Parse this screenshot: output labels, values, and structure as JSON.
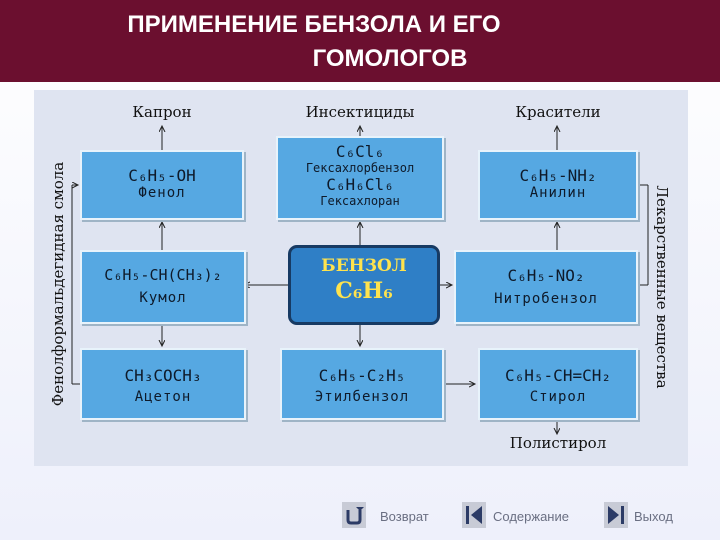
{
  "title": {
    "line1": "ПРИМЕНЕНИЕ БЕНЗОЛА И ЕГО",
    "line2": "ГОМОЛОГОВ"
  },
  "labels": {
    "top_left": "Капрон",
    "top_center": "Инсектициды",
    "top_right": "Красители",
    "bottom": "Полистирол",
    "left_vertical": "Фенолформальдегидная смола",
    "right_vertical": "Лекарственные вещества"
  },
  "center": {
    "name": "БЕНЗОЛ",
    "formula": "C₆H₆"
  },
  "boxes": {
    "phenol": {
      "formula": "C₆H₅-OH",
      "name": "Фенол"
    },
    "hexachlorobenzene": {
      "formula": "C₆Cl₆",
      "name": "Гексахлорбензол",
      "formula2": "C₆H₆Cl₆",
      "name2": "Гексахлоран"
    },
    "aniline": {
      "formula": "C₆H₅-NH₂",
      "name": "Анилин"
    },
    "cumene": {
      "formula": "C₆H₅-CH(CH₃)₂",
      "name": "Кумол"
    },
    "nitrobenzene": {
      "formula": "C₆H₅-NO₂",
      "name": "Нитробензол"
    },
    "acetone": {
      "formula": "CH₃COCH₃",
      "name": "Ацетон"
    },
    "ethylbenzene": {
      "formula": "C₆H₅-C₂H₅",
      "name": "Этилбензол"
    },
    "styrene": {
      "formula": "C₆H₅-CH=CH₂",
      "name": "Стирол"
    }
  },
  "nav": {
    "back": "Возврат",
    "contents": "Содержание",
    "exit": "Выход"
  },
  "colors": {
    "header": "#6b0f2f",
    "box": "#56a8e2",
    "center": "#2f7fc6",
    "center_text": "#ffe34d"
  }
}
